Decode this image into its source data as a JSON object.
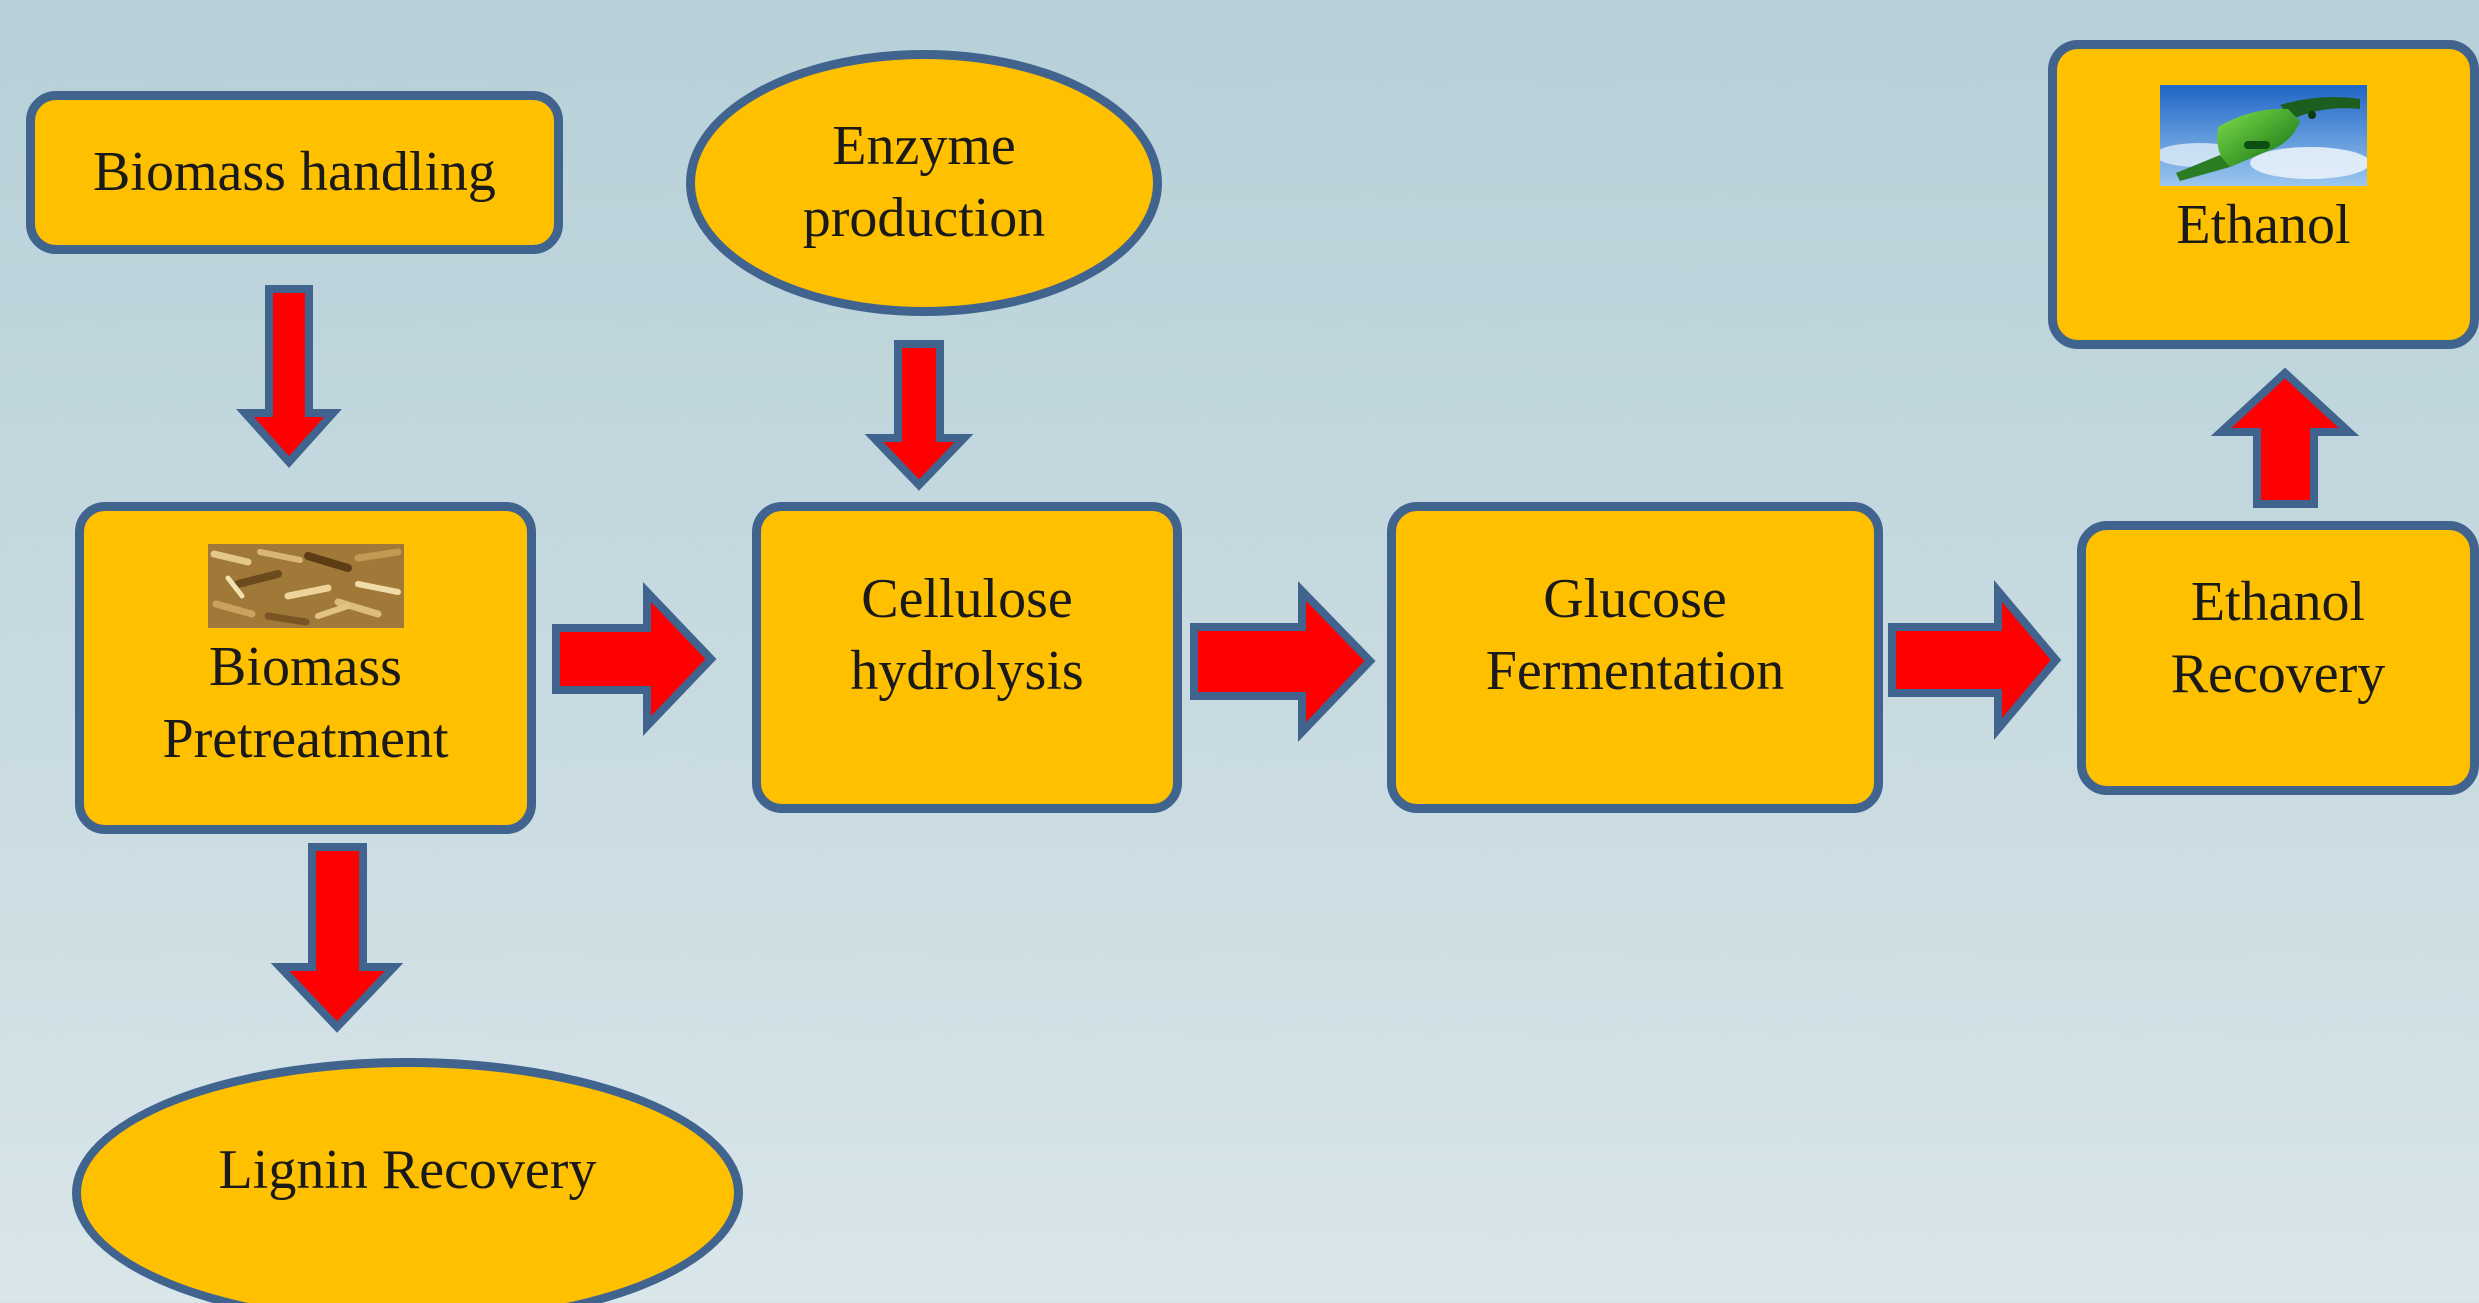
{
  "colors": {
    "node_fill": "#ffc000",
    "node_border": "#41648f",
    "arrow_fill": "#ff0000",
    "arrow_border": "#41648f"
  },
  "nodes": {
    "biomass_handling": {
      "label": "Biomass handling"
    },
    "enzyme_production": {
      "label": "Enzyme\nproduction"
    },
    "ethanol": {
      "label": "Ethanol",
      "icon": "fuel-nozzle-icon"
    },
    "biomass_pretreatment": {
      "label": "Biomass\nPretreatment",
      "icon": "wood-chips-icon"
    },
    "cellulose_hydrolysis": {
      "label": "Cellulose\nhydrolysis"
    },
    "glucose_fermentation": {
      "label": "Glucose\nFermentation"
    },
    "ethanol_recovery": {
      "label": "Ethanol\nRecovery"
    },
    "lignin_recovery": {
      "label": "Lignin Recovery"
    }
  },
  "edges": [
    {
      "from": "Biomass handling",
      "to": "Biomass Pretreatment"
    },
    {
      "from": "Enzyme production",
      "to": "Cellulose hydrolysis"
    },
    {
      "from": "Biomass Pretreatment",
      "to": "Cellulose hydrolysis"
    },
    {
      "from": "Cellulose hydrolysis",
      "to": "Glucose Fermentation"
    },
    {
      "from": "Glucose Fermentation",
      "to": "Ethanol Recovery"
    },
    {
      "from": "Ethanol Recovery",
      "to": "Ethanol"
    },
    {
      "from": "Biomass Pretreatment",
      "to": "Lignin Recovery"
    }
  ]
}
